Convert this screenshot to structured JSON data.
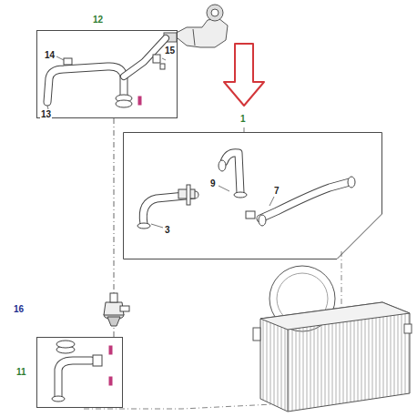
{
  "diagram": {
    "nodes": [
      {
        "text": [
          "12"
        ]
      },
      {
        "text": [
          "1"
        ]
      },
      {
        "text": [
          "11"
        ]
      }
    ],
    "edges": [
      {
        "from": 0,
        "to": 2,
        "arrow": "none"
      }
    ],
    "labels": [
      "14",
      "15",
      "13",
      "9",
      "7",
      "3",
      "16"
    ]
  }
}
